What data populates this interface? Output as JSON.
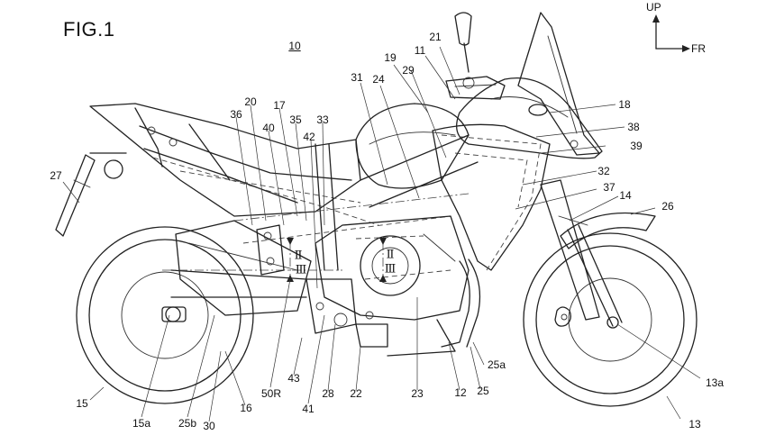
{
  "figure": {
    "title": "FIG.1",
    "vehicle_ref": "10",
    "orientation": {
      "up": "UP",
      "front": "FR"
    }
  },
  "reference_numerals": [
    {
      "id": "n10",
      "text": "10"
    },
    {
      "id": "n21",
      "text": "21"
    },
    {
      "id": "n11",
      "text": "11"
    },
    {
      "id": "n19",
      "text": "19"
    },
    {
      "id": "n29",
      "text": "29"
    },
    {
      "id": "n31",
      "text": "31"
    },
    {
      "id": "n24",
      "text": "24"
    },
    {
      "id": "n18",
      "text": "18"
    },
    {
      "id": "n38",
      "text": "38"
    },
    {
      "id": "n39",
      "text": "39"
    },
    {
      "id": "n20",
      "text": "20"
    },
    {
      "id": "n17",
      "text": "17"
    },
    {
      "id": "n36",
      "text": "36"
    },
    {
      "id": "n35",
      "text": "35"
    },
    {
      "id": "n33",
      "text": "33"
    },
    {
      "id": "n40",
      "text": "40"
    },
    {
      "id": "n42",
      "text": "42"
    },
    {
      "id": "n27",
      "text": "27"
    },
    {
      "id": "n32",
      "text": "32"
    },
    {
      "id": "n37",
      "text": "37"
    },
    {
      "id": "n14",
      "text": "14"
    },
    {
      "id": "n26",
      "text": "26"
    },
    {
      "id": "n25a",
      "text": "25a"
    },
    {
      "id": "n12",
      "text": "12"
    },
    {
      "id": "n25",
      "text": "25"
    },
    {
      "id": "n13a",
      "text": "13a"
    },
    {
      "id": "n13",
      "text": "13"
    },
    {
      "id": "n15",
      "text": "15"
    },
    {
      "id": "n15a",
      "text": "15a"
    },
    {
      "id": "n25b",
      "text": "25b"
    },
    {
      "id": "n30",
      "text": "30"
    },
    {
      "id": "n16",
      "text": "16"
    },
    {
      "id": "n50R",
      "text": "50R"
    },
    {
      "id": "n43",
      "text": "43"
    },
    {
      "id": "n41",
      "text": "41"
    },
    {
      "id": "n28",
      "text": "28"
    },
    {
      "id": "n22",
      "text": "22"
    },
    {
      "id": "n23",
      "text": "23"
    }
  ],
  "section_markers": [
    {
      "id": "s2a",
      "text": "Ⅱ"
    },
    {
      "id": "s3a",
      "text": "Ⅲ"
    },
    {
      "id": "s2b",
      "text": "Ⅱ"
    },
    {
      "id": "s3b",
      "text": "Ⅲ"
    }
  ]
}
